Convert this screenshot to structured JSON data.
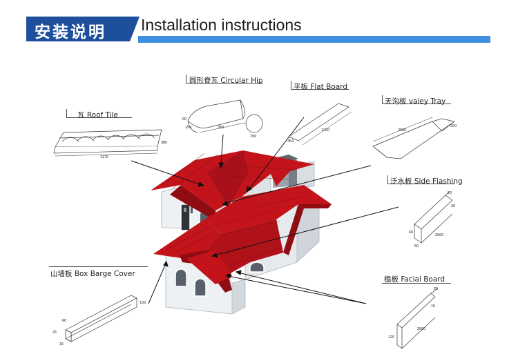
{
  "header": {
    "title_cn": "安装说明",
    "title_en": "Installation instructions",
    "badge_color": "#1d4f9c",
    "bar_color": "#3f8fe0"
  },
  "roof_color": "#c4141b",
  "parts": {
    "circular_hip": {
      "label": "圆形脊瓦 Circular Hip",
      "dims": [
        "150",
        "380",
        "150",
        "60"
      ]
    },
    "flat_board": {
      "label": "平板 Flat Board",
      "dims": [
        "1200",
        "454"
      ]
    },
    "valley_tray": {
      "label": "天沟板 valey Tray",
      "dims": [
        "2000",
        "200"
      ]
    },
    "roof_tile": {
      "label": "瓦 Roof Tile",
      "dims": [
        "1170",
        "380"
      ]
    },
    "side_flashing": {
      "label": "泛水板 Side Flashing",
      "dims": [
        "20",
        "20",
        "60",
        "50",
        "2000"
      ]
    },
    "box_barge_cover": {
      "label": "山墙板 Box Barge Cover",
      "dims": [
        "60",
        "25",
        "150",
        "15"
      ]
    },
    "facial_board": {
      "label": "檐板 Facial Board",
      "dims": [
        "20",
        "15",
        "120",
        "2000"
      ]
    }
  }
}
